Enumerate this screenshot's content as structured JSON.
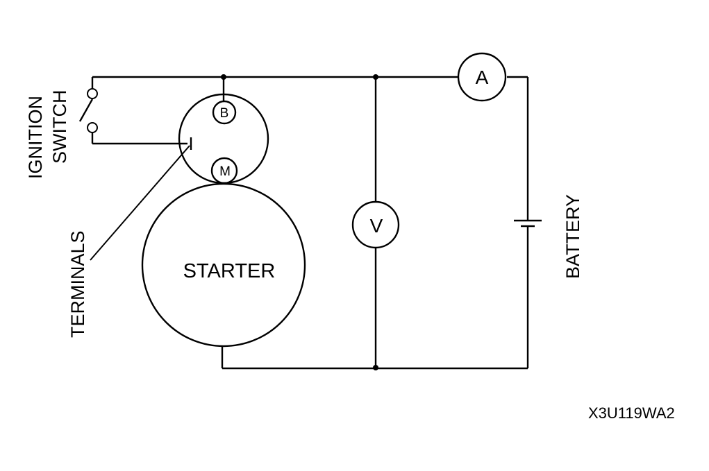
{
  "diagram": {
    "labels": {
      "ignition_switch_line1": "IGNITION",
      "ignition_switch_line2": "SWITCH",
      "terminals": "TERMINALS",
      "starter": "STARTER",
      "battery": "BATTERY",
      "figure_code": "X3U119WA2"
    },
    "terminals": {
      "b": "B",
      "m": "M"
    },
    "meters": {
      "ammeter": "A",
      "voltmeter": "V"
    }
  }
}
